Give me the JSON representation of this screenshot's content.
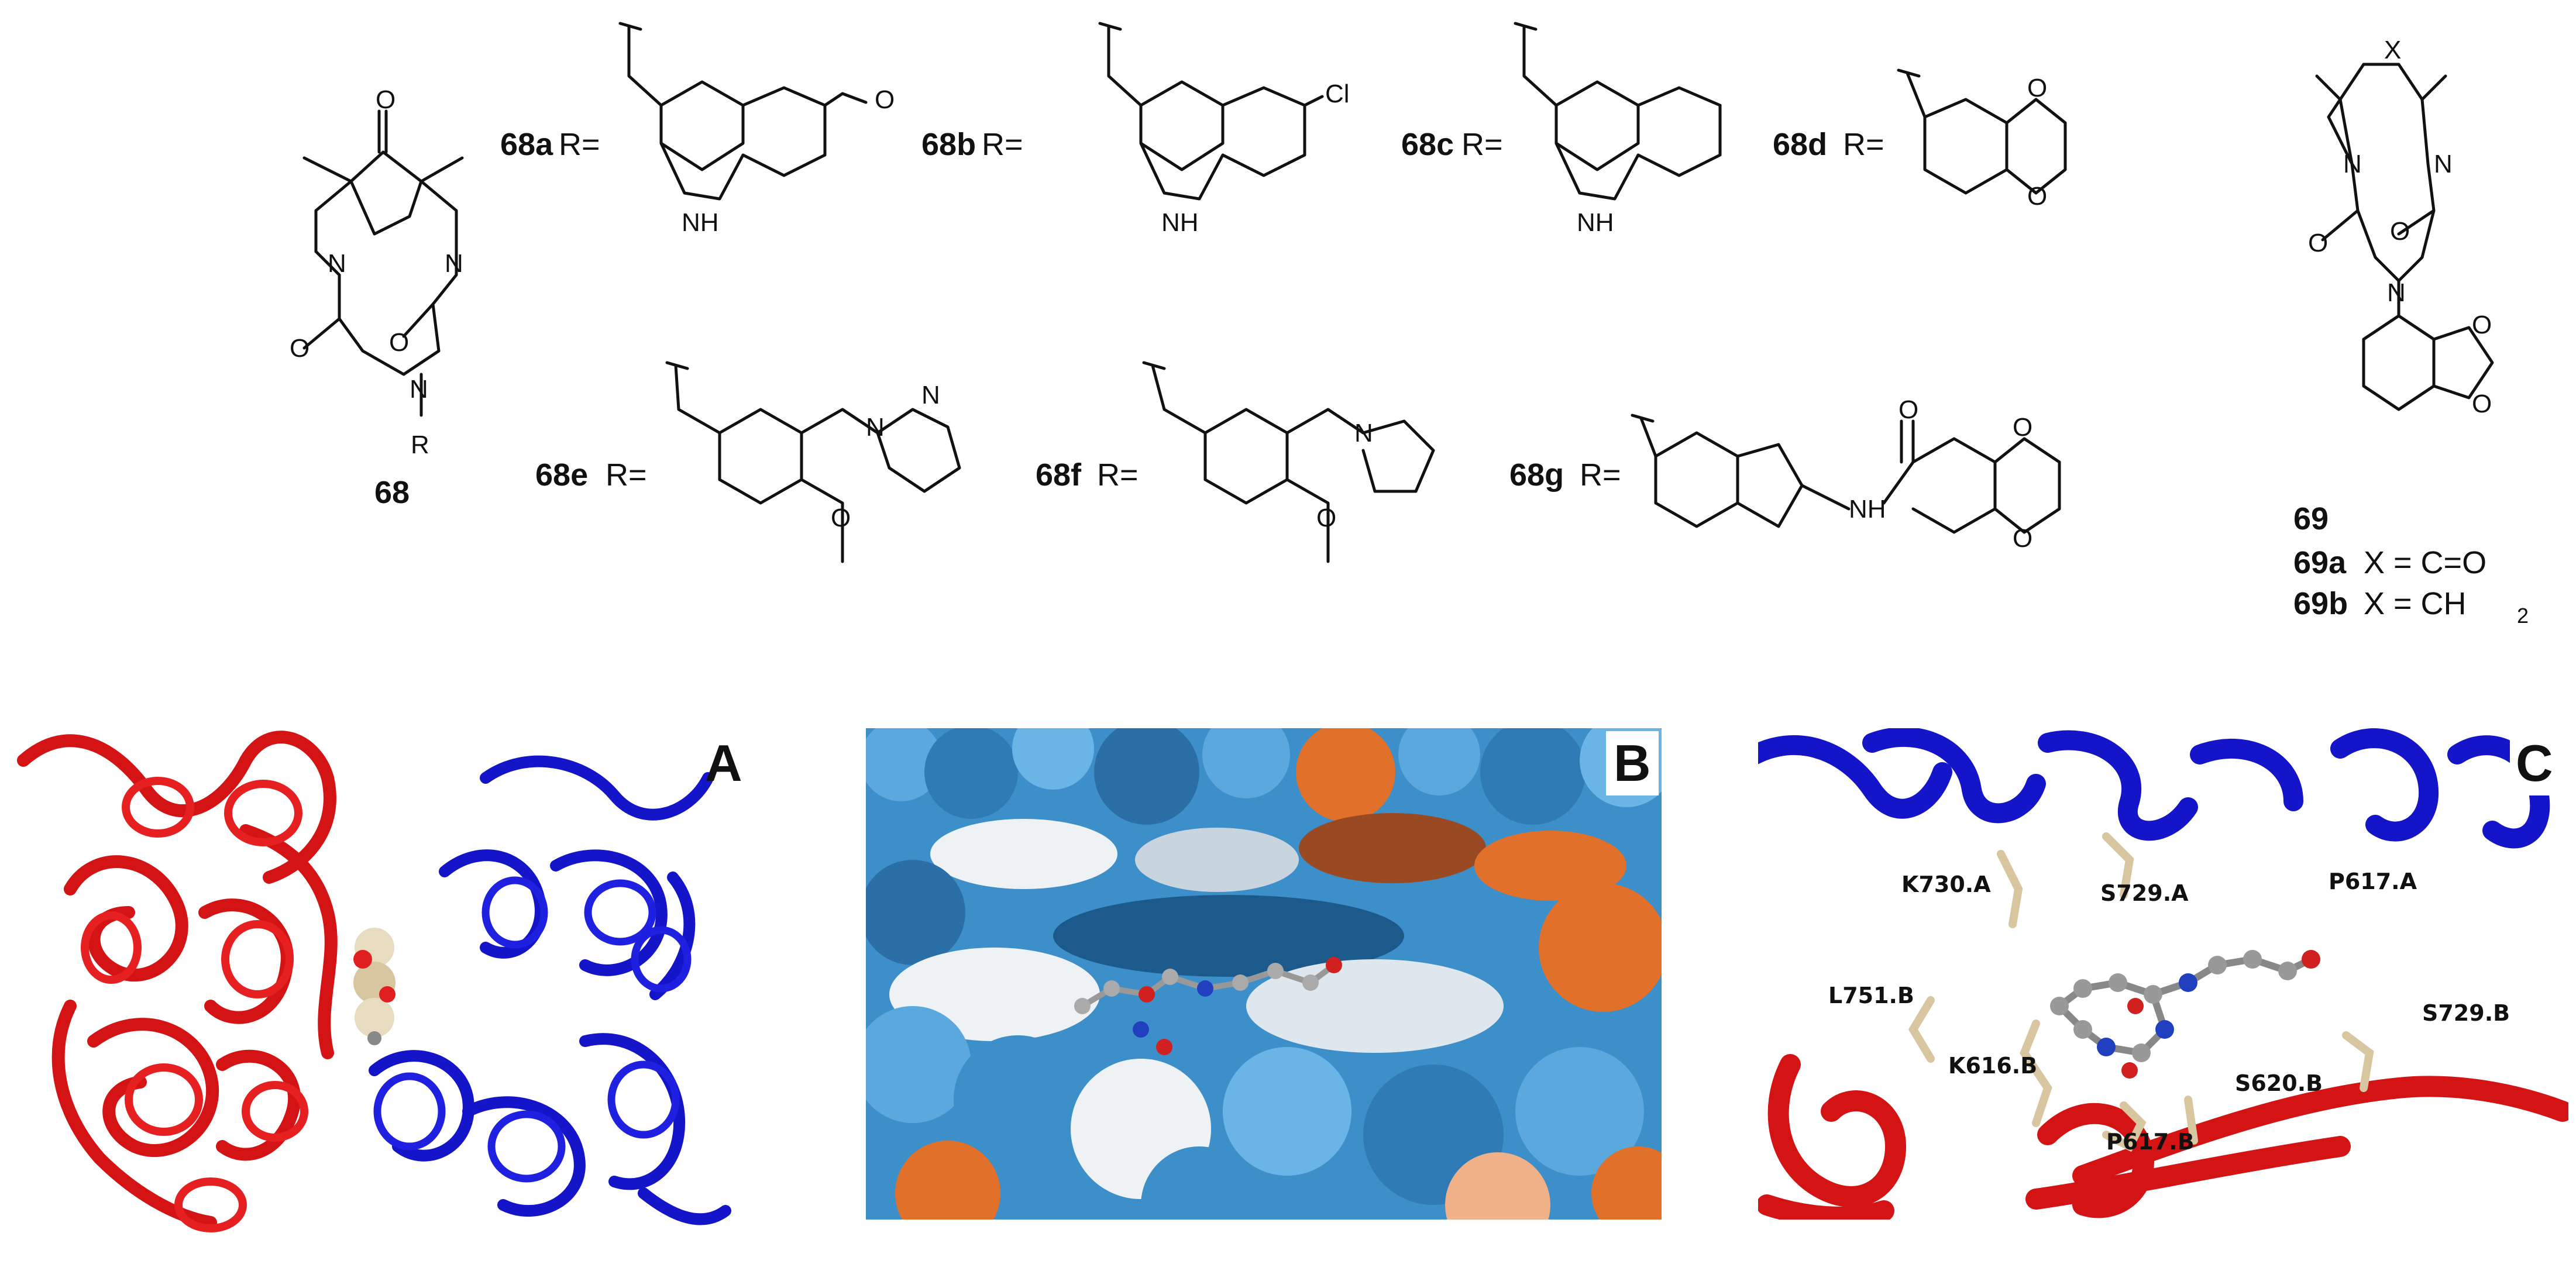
{
  "scheme": {
    "compound_68": {
      "label": "68",
      "r_group": "R"
    },
    "r_groups": [
      {
        "id": "68a",
        "eq": "R=",
        "substituent": "O"
      },
      {
        "id": "68b",
        "eq": "R=",
        "substituent": "Cl"
      },
      {
        "id": "68c",
        "eq": "R="
      },
      {
        "id": "68d",
        "eq": "R="
      },
      {
        "id": "68e",
        "eq": "R="
      },
      {
        "id": "68f",
        "eq": "R="
      },
      {
        "id": "68g",
        "eq": "R=",
        "nh": "NH"
      }
    ],
    "compound_69": {
      "label": "69",
      "variant_a_id": "69a",
      "variant_a_text": "X = C=O",
      "variant_b_id": "69b",
      "variant_b_text": "X = CH",
      "variant_b_sub": "2",
      "x_atom": "X"
    },
    "atoms": {
      "N": "N",
      "O": "O",
      "NH": "NH",
      "H": "H"
    }
  },
  "panels": [
    {
      "letter": "A"
    },
    {
      "letter": "B"
    },
    {
      "letter": "C",
      "residues": [
        "K730.A",
        "S729.A",
        "P617.A",
        "L751.B",
        "K616.B",
        "S729.B",
        "S620.B",
        "P617.B"
      ]
    }
  ],
  "colors": {
    "chainA": "#d41414",
    "chainB": "#1414c8",
    "surface_blue": "#3d8fc9",
    "surface_orange": "#e0702a",
    "surface_white": "#eef2f5"
  }
}
